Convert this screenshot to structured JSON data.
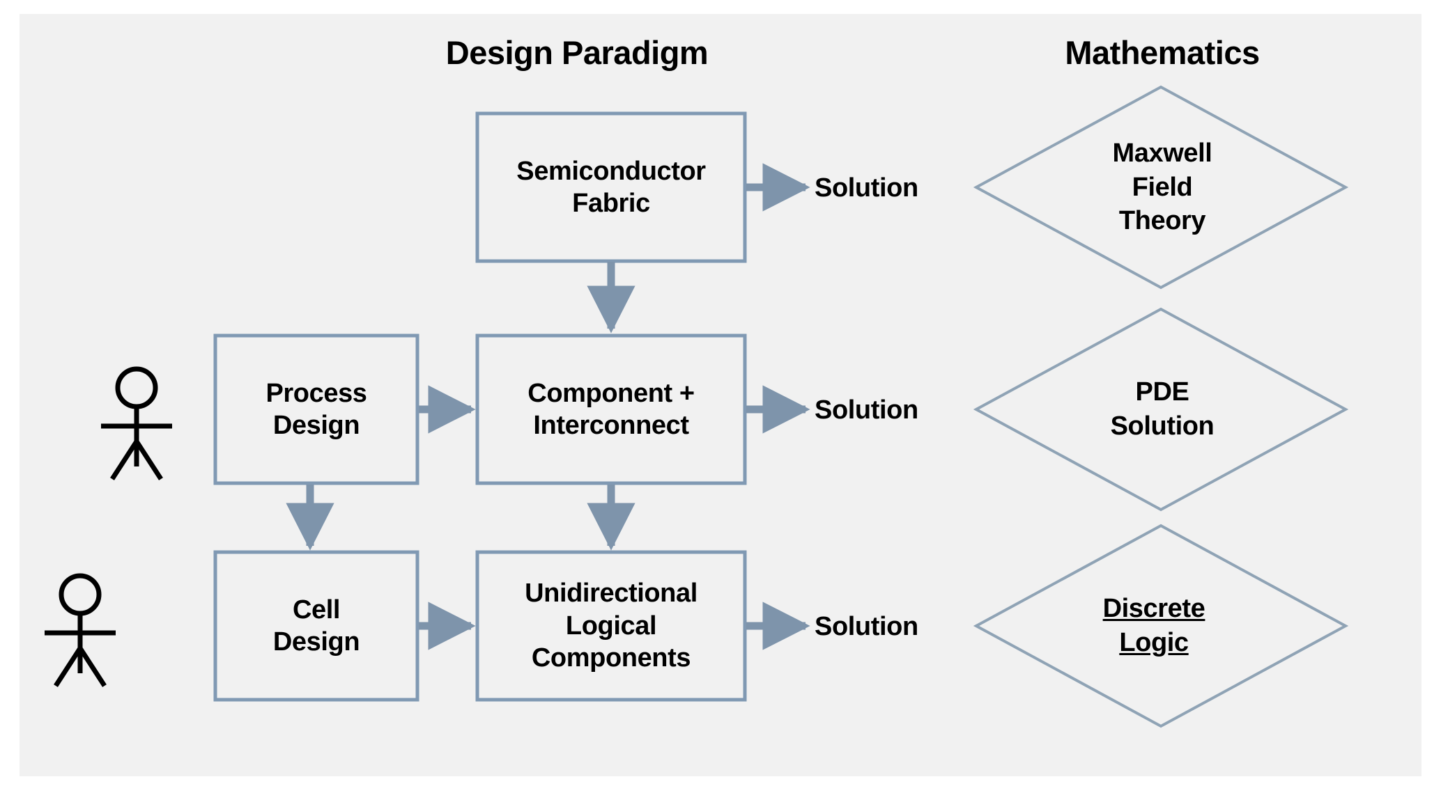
{
  "canvas": {
    "background": "#f1f1f1",
    "page_background": "#ffffff"
  },
  "colors": {
    "box_stroke": "#8099b3",
    "box_fill": "#f1f1f1",
    "diamond_stroke": "#8fa3b5",
    "arrow": "#7e94ab",
    "text": "#000000",
    "actor": "#000000"
  },
  "headers": [
    {
      "id": "design-paradigm",
      "label": "Design Paradigm"
    },
    {
      "id": "mathematics",
      "label": "Mathematics"
    }
  ],
  "actors": [
    {
      "id": "actor-process-designer",
      "name": "stick-figure-icon"
    },
    {
      "id": "actor-cell-designer",
      "name": "stick-figure-icon"
    }
  ],
  "boxes": [
    {
      "id": "semiconductor-fabric",
      "lines": [
        "Semiconductor",
        "Fabric"
      ]
    },
    {
      "id": "process-design",
      "lines": [
        "Process",
        "Design"
      ]
    },
    {
      "id": "component-interconnect",
      "lines": [
        "Component +",
        "Interconnect"
      ]
    },
    {
      "id": "cell-design",
      "lines": [
        "Cell",
        "Design"
      ]
    },
    {
      "id": "unidirectional-logical-components",
      "lines": [
        "Unidirectional",
        "Logical",
        "Components"
      ]
    }
  ],
  "solution_labels": [
    {
      "id": "solution-top",
      "label": "Solution"
    },
    {
      "id": "solution-middle",
      "label": "Solution"
    },
    {
      "id": "solution-bottom",
      "label": "Solution"
    }
  ],
  "diamonds": [
    {
      "id": "maxwell-field-theory",
      "lines": [
        "Maxwell",
        "Field",
        "Theory"
      ],
      "underlined": false
    },
    {
      "id": "pde-solution",
      "lines": [
        "PDE",
        "Solution"
      ],
      "underlined": false
    },
    {
      "id": "discrete-logic",
      "lines": [
        "Discrete",
        "Logic"
      ],
      "underlined": true
    }
  ],
  "connections": [
    {
      "id": "semiconductor-to-solution-top",
      "direction": "right"
    },
    {
      "id": "semiconductor-to-component",
      "direction": "down"
    },
    {
      "id": "process-to-component",
      "direction": "right"
    },
    {
      "id": "process-to-cell",
      "direction": "down"
    },
    {
      "id": "component-to-solution-middle",
      "direction": "right"
    },
    {
      "id": "component-to-unidirectional",
      "direction": "down"
    },
    {
      "id": "cell-to-unidirectional",
      "direction": "right"
    },
    {
      "id": "unidirectional-to-solution-bottom",
      "direction": "right"
    }
  ]
}
